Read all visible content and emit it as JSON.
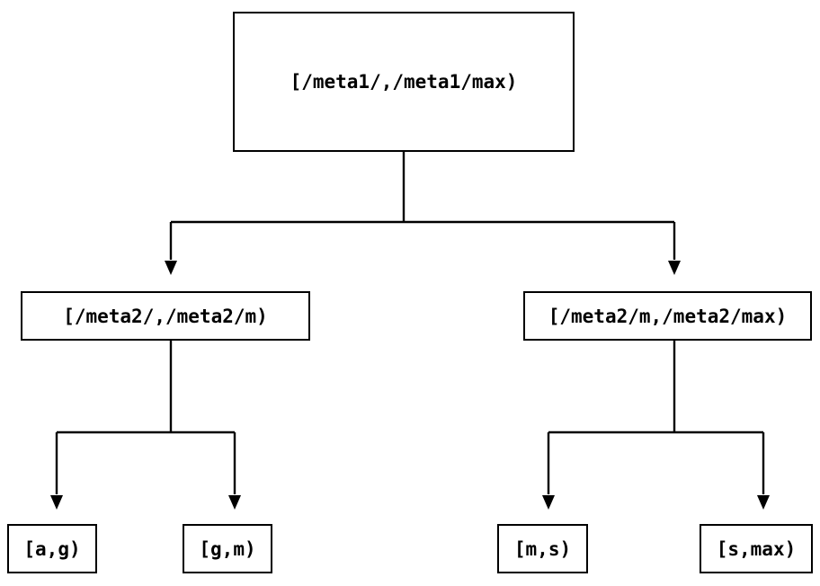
{
  "diagram": {
    "type": "interval-partition-tree",
    "colors": {
      "foreground": "#000000",
      "background": "#ffffff"
    },
    "nodes": {
      "root": {
        "label": "[/meta1/,/meta1/max)"
      },
      "left": {
        "label": "[/meta2/,/meta2/m)"
      },
      "right": {
        "label": "[/meta2/m,/meta2/max)"
      },
      "leaf_ag": {
        "label": "[a,g)"
      },
      "leaf_gm": {
        "label": "[g,m)"
      },
      "leaf_ms": {
        "label": "[m,s)"
      },
      "leaf_smax": {
        "label": "[s,max)"
      }
    },
    "edges": [
      {
        "from": "root",
        "to": "left",
        "arrow": "down"
      },
      {
        "from": "root",
        "to": "right",
        "arrow": "down"
      },
      {
        "from": "left",
        "to": "leaf_ag",
        "arrow": "down"
      },
      {
        "from": "left",
        "to": "leaf_gm",
        "arrow": "down"
      },
      {
        "from": "right",
        "to": "leaf_ms",
        "arrow": "down"
      },
      {
        "from": "right",
        "to": "leaf_smax",
        "arrow": "down"
      }
    ]
  }
}
